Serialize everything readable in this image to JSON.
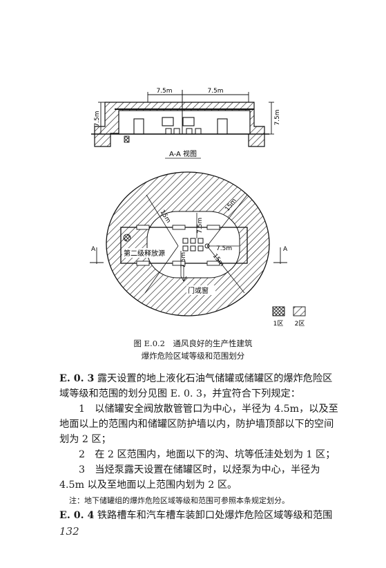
{
  "figure": {
    "section_view": {
      "title": "A-A 视图",
      "dim_top_left": "7.5m",
      "dim_top_right": "7.5m",
      "dim_left": "7.5m",
      "dim_right": "7.5m"
    },
    "plan_view": {
      "section_mark_left": "A",
      "section_mark_right": "A",
      "release_source_label": "第二级释放源",
      "door_window_label": "门或窗",
      "radius_labels": [
        "7.5m",
        "7.5m",
        "7.5m",
        "15m",
        "15m",
        "15m"
      ]
    },
    "legend": [
      {
        "label": "1区",
        "pattern": "crosshatch"
      },
      {
        "label": "2区",
        "pattern": "diagonal"
      }
    ]
  },
  "caption": {
    "line1": "图 E.0.2　通风良好的生产性建筑",
    "line2": "爆炸危险区域等级和范围划分"
  },
  "section_E03": {
    "number": "E. 0. 3",
    "heading_line1": "露天设置的地上液化石油气储罐或储罐区的爆炸危险区",
    "heading_line2": "域等级和范围的划分见图 E. 0. 3，并宜符合下列规定：",
    "item1_line1": "1　以储罐安全阀放散管管口为中心，半径为 4.5m，以及至",
    "item1_line2": "地面以上的范围内和储罐区防护墙以内，防护墙顶部以下的空间",
    "item1_line3": "划为 2 区；",
    "item2": "2　在 2 区范围内，地面以下的沟、坑等低洼处划为 1 区；",
    "item3_line1": "3　当烃泵露天设置在储罐区时，以烃泵为中心，半径为",
    "item3_line2": "4.5m 以及至地面以上范围内划为 2 区。",
    "note": "注：地下储罐组的爆炸危险区域等级和范围可参照本条规定划分。"
  },
  "section_E04": {
    "number": "E. 0. 4",
    "text": "铁路槽车和汽车槽车装卸口处爆炸危险区域等级和范围"
  },
  "page_number": "132"
}
